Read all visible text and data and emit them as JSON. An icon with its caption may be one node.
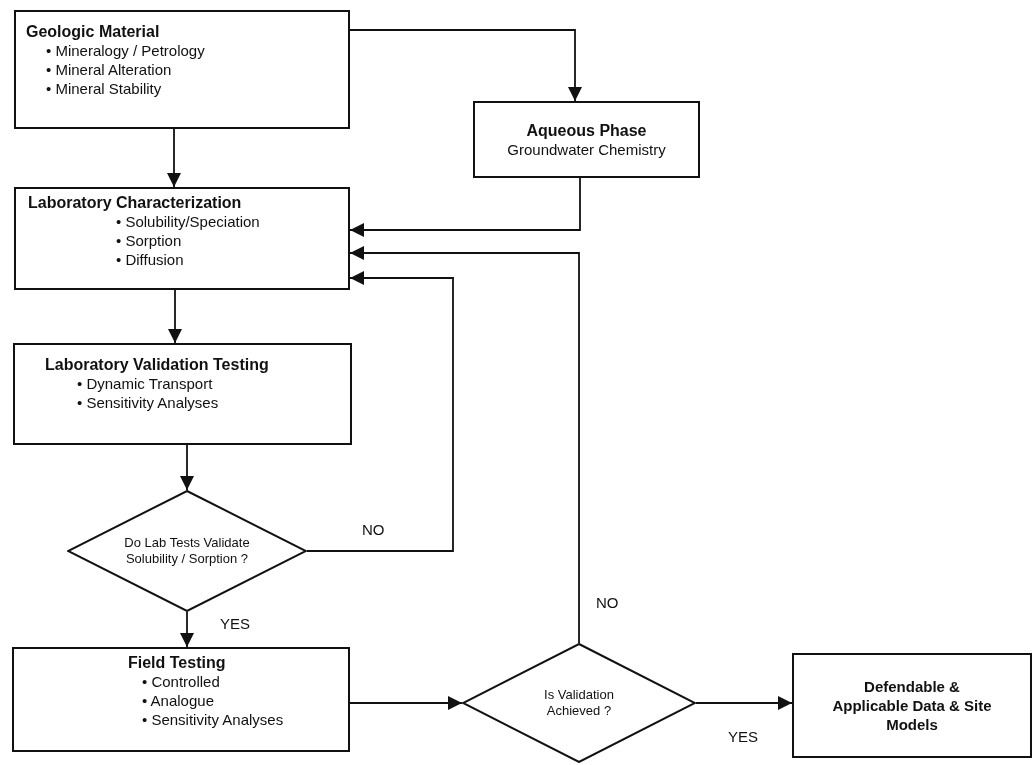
{
  "diagram": {
    "nodes": [
      {
        "text": [
          "Geologic Material",
          "• Mineralogy / Petrology",
          "• Mineral Alteration",
          "• Mineral Stability"
        ]
      },
      {
        "text": [
          "Aqueous Phase",
          "Groundwater Chemistry"
        ]
      },
      {
        "text": [
          "Laboratory Characterization",
          "• Solubility/Speciation",
          "• Sorption",
          "• Diffusion"
        ]
      },
      {
        "text": [
          "Laboratory Validation Testing",
          "• Dynamic Transport",
          "• Sensitivity Analyses"
        ]
      },
      {
        "text": [
          "Do Lab Tests Validate Solubility / Sorption ?"
        ]
      },
      {
        "text": [
          "Field Testing",
          "• Controlled",
          "• Analogue",
          "• Sensitivity Analyses"
        ]
      },
      {
        "text": [
          "Is Validation Achieved ?"
        ]
      },
      {
        "text": [
          "Defendable & Applicable Data & Site Models"
        ]
      }
    ],
    "edges": [
      {
        "from": 0,
        "to": 1,
        "arrow": "to"
      },
      {
        "from": 0,
        "to": 2,
        "arrow": "to"
      },
      {
        "from": 1,
        "to": 2,
        "arrow": "to"
      },
      {
        "from": 2,
        "to": 3,
        "arrow": "to"
      },
      {
        "from": 3,
        "to": 4,
        "arrow": "to"
      },
      {
        "from": 4,
        "to": 2,
        "arrow": "to"
      },
      {
        "from": 4,
        "to": 5,
        "arrow": "to"
      },
      {
        "from": 5,
        "to": 6,
        "arrow": "to"
      },
      {
        "from": 6,
        "to": 2,
        "arrow": "to"
      },
      {
        "from": 6,
        "to": 7,
        "arrow": "to"
      }
    ],
    "labels": [
      "NO",
      "YES",
      "NO",
      "YES"
    ]
  }
}
